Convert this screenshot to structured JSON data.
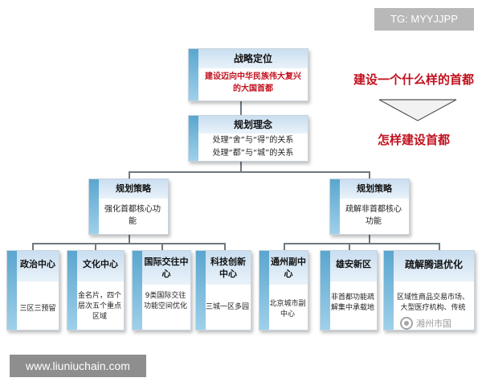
{
  "watermark_top": "TG: MYYJJPP",
  "watermark_bottom": "www.liuniuchain.com",
  "watermark_logo_text": "湘州市国",
  "right_notes": {
    "top": "建设一个什么样的首都",
    "bottom": "怎样建设首都"
  },
  "strategic_positioning": {
    "title": "战略定位",
    "subtitle": "建设迈向中华民族伟大复兴的大国首都"
  },
  "planning_concept": {
    "title": "规划理念",
    "line1": "处理“舍”与“得”的关系",
    "line2": "处理“都”与“城”的关系"
  },
  "strategy_left": {
    "title": "规划策略",
    "desc": "强化首都核心功能"
  },
  "strategy_right": {
    "title": "规划策略",
    "desc": "疏解非首都核心功能"
  },
  "leaves": [
    {
      "title": "政治中心",
      "desc": "三区三预留"
    },
    {
      "title": "文化中心",
      "desc": "金名片，四个层次五个重点区域"
    },
    {
      "title": "国际交往中心",
      "desc": "9类国际交往功能空间优化"
    },
    {
      "title": "科技创新中心",
      "desc": "三城一区多园"
    },
    {
      "title": "通州副中心",
      "desc": "北京城市副中心"
    },
    {
      "title": "雄安新区",
      "desc": "非首都功能疏解集中承载地"
    },
    {
      "title": "疏解腾退优化",
      "desc": "区域性商品交易市场、大型医疗机构、传统"
    }
  ],
  "colors": {
    "accent_red": "#c1121f",
    "band_blue": "#5aa6cf",
    "header_blue": "#c9def0",
    "line": "#6f7880"
  }
}
